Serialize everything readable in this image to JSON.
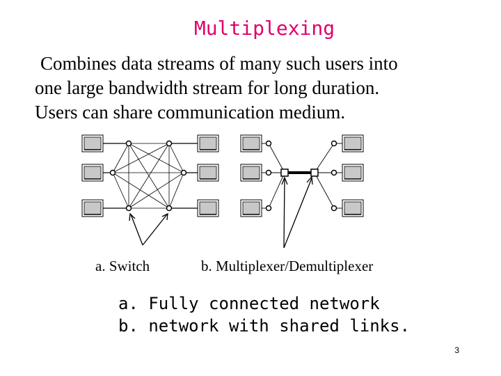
{
  "slide": {
    "title": "Multiplexing",
    "body_lines": [
      "Combines data streams of many such users into",
      "one large bandwidth stream for long duration.",
      "Users can share communication medium."
    ],
    "caption_a": "a. Switch",
    "caption_b": "b. Multiplexer/Demultiplexer",
    "notes": [
      "a. Fully connected network",
      "b. network with shared links."
    ],
    "page_number": "3"
  },
  "colors": {
    "title": "#e0006a",
    "terminal_fill": "#c8c8c8",
    "line": "#000000"
  }
}
